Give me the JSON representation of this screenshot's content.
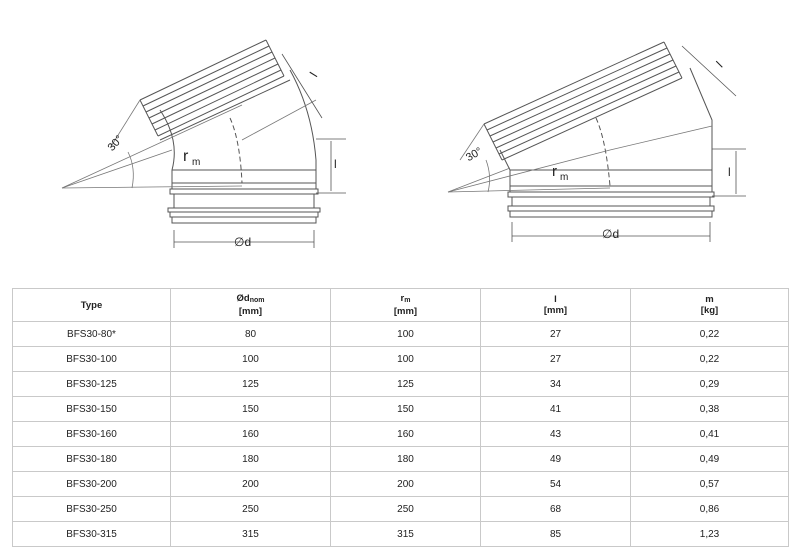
{
  "drawing_left": {
    "angle_label": "30°",
    "radius_label": "r",
    "radius_sub": "m",
    "length_label_top": "l",
    "length_label_side": "l",
    "diameter_label": "∅d"
  },
  "drawing_right": {
    "angle_label": "30°",
    "radius_label": "r",
    "radius_sub": "m",
    "length_label_top": "l",
    "length_label_side": "l",
    "diameter_label": "∅d"
  },
  "table": {
    "headers": [
      {
        "main": "Type",
        "sub": "",
        "unit": ""
      },
      {
        "main": "Ød",
        "sub": "nom",
        "unit": "[mm]"
      },
      {
        "main": "r",
        "sub": "m",
        "unit": "[mm]"
      },
      {
        "main": "l",
        "sub": "",
        "unit": "[mm]"
      },
      {
        "main": "m",
        "sub": "",
        "unit": "[kg]"
      }
    ],
    "rows": [
      [
        "BFS30-80*",
        "80",
        "100",
        "27",
        "0,22"
      ],
      [
        "BFS30-100",
        "100",
        "100",
        "27",
        "0,22"
      ],
      [
        "BFS30-125",
        "125",
        "125",
        "34",
        "0,29"
      ],
      [
        "BFS30-150",
        "150",
        "150",
        "41",
        "0,38"
      ],
      [
        "BFS30-160",
        "160",
        "160",
        "43",
        "0,41"
      ],
      [
        "BFS30-180",
        "180",
        "180",
        "49",
        "0,49"
      ],
      [
        "BFS30-200",
        "200",
        "200",
        "54",
        "0,57"
      ],
      [
        "BFS30-250",
        "250",
        "250",
        "68",
        "0,86"
      ],
      [
        "BFS30-315",
        "315",
        "315",
        "85",
        "1,23"
      ]
    ]
  }
}
